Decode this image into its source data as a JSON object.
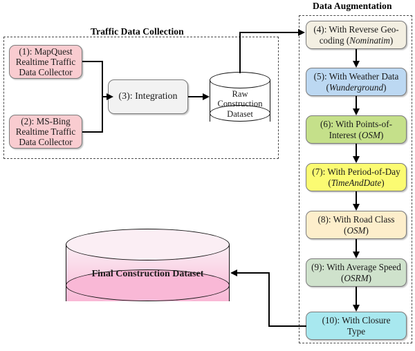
{
  "groups": {
    "collection": {
      "title": "Traffic Data Collection"
    },
    "augmentation": {
      "title": "Data Augmentation"
    }
  },
  "collection_nodes": [
    {
      "id": "n1",
      "index": "(1):",
      "source": "MapQuest",
      "line2": "Realtime Traffic",
      "line3": "Data Collector",
      "color": "#f9ccd0"
    },
    {
      "id": "n2",
      "index": "(2):",
      "source": "MS-Bing",
      "line2": "Realtime Traffic",
      "line3": "Data Collector",
      "color": "#f9ccd0"
    },
    {
      "id": "n3",
      "index": "(3):",
      "label": "Integration",
      "color": "#f2f2f2"
    }
  ],
  "datastores": [
    {
      "id": "raw",
      "line1": "Raw",
      "line2": "Construction",
      "line3": "Dataset",
      "color": "#ffffff"
    },
    {
      "id": "final",
      "label": "Final Construction Dataset",
      "color_top": "#fbeef4",
      "color_bottom": "#f9b8d6"
    }
  ],
  "augmentation_nodes": [
    {
      "id": "n4",
      "index": "(4):",
      "text": "With Reverse Geo-coding",
      "paren": "Nominatim",
      "color": "#f3efe2"
    },
    {
      "id": "n5",
      "index": "(5):",
      "text": "With Weather Data",
      "paren": "Wunderground",
      "color": "#bcd8f2"
    },
    {
      "id": "n6",
      "index": "(6):",
      "text": "With Points-of-Interest",
      "paren": "OSM",
      "color": "#c5e08a"
    },
    {
      "id": "n7",
      "index": "(7):",
      "text": "With Period-of-Day",
      "paren": "TimeAndDate",
      "color": "#fbfb72"
    },
    {
      "id": "n8",
      "index": "(8):",
      "text": "With Road Class",
      "paren": "OSM",
      "color": "#fdeecb"
    },
    {
      "id": "n9",
      "index": "(9):",
      "text": "With Average Speed",
      "paren": "OSRM",
      "color": "#cfe2cc"
    },
    {
      "id": "n10",
      "index": "(10):",
      "text": "With Closure Type",
      "paren": "",
      "color": "#a8e8ef"
    }
  ],
  "node_text": {
    "n1_l1": "(1): MapQuest",
    "n1_l2": "Realtime Traffic",
    "n1_l3": "Data Collector",
    "n2_l1": "(2): MS-Bing",
    "n2_l2": "Realtime Traffic",
    "n2_l3": "Data Collector",
    "n3": "(3): Integration",
    "raw_l1": "Raw",
    "raw_l2": "Construction",
    "raw_l3": "Dataset",
    "final": "Final Construction Dataset",
    "n4_l1": "(4): With Reverse Geo-",
    "n4_l2a": "coding (",
    "n4_l2b": "Nominatim",
    "n4_l2c": ")",
    "n5_l1": "(5): With Weather Data",
    "n5_l2a": "(",
    "n5_l2b": "Wunderground",
    "n5_l2c": ")",
    "n6_l1": "(6): With Points-of-",
    "n6_l2a": "Interest (",
    "n6_l2b": "OSM",
    "n6_l2c": ")",
    "n7_l1": "(7): With Period-of-Day",
    "n7_l2a": "(",
    "n7_l2b": "TimeAndDate",
    "n7_l2c": ")",
    "n8_l1": "(8): With Road Class",
    "n8_l2a": "(",
    "n8_l2b": "OSM",
    "n8_l2c": ")",
    "n9_l1": "(9): With Average Speed",
    "n9_l2a": "(",
    "n9_l2b": "OSRM",
    "n9_l2c": ")",
    "n10_l1": "(10): With Closure",
    "n10_l2": "Type"
  },
  "colors": {
    "pink_source": "#f9ccd0",
    "gray_process": "#f2f2f2",
    "cream": "#f3efe2",
    "blue": "#bcd8f2",
    "green": "#c5e08a",
    "yellow": "#fbfb72",
    "peach": "#fdeecb",
    "sage": "#cfe2cc",
    "cyan": "#a8e8ef",
    "final_pink": "#f9b8d6",
    "stroke": "#7b7b7b",
    "dash": "#4a4a4a"
  }
}
